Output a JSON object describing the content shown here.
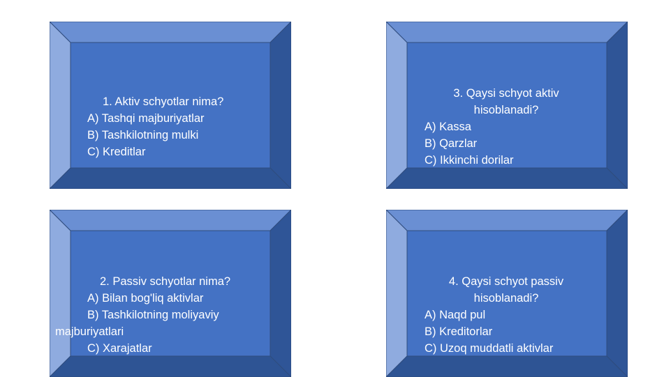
{
  "colors": {
    "face": "#4472C4",
    "top": "#6A8FD3",
    "left": "#8FABDF",
    "right": "#2F5597",
    "bottom": "#2E5494",
    "outline": "#2F4C7E",
    "text": "#FFFFFF"
  },
  "cards": [
    {
      "question": "1. Aktiv schyotlar nima?",
      "a": "A) Tashqi majburiyatlar",
      "b": "B) Tashkilotning mulki",
      "c": "C) Kreditlar"
    },
    {
      "question_line1": "3. Qaysi schyot aktiv",
      "question_line2": "hisoblanadi?",
      "a": "A) Kassa",
      "b": "B) Qarzlar",
      "c": "C) Ikkinchi dorilar"
    },
    {
      "question": "2. Passiv schyotlar nima?",
      "a": "A) Bilan bog'liq aktivlar",
      "b_line1": "B) Tashkilotning moliyaviy",
      "b_line2": "majburiyatlari",
      "c": "C) Xarajatlar"
    },
    {
      "question_line1": "4. Qaysi schyot passiv",
      "question_line2": "hisoblanadi?",
      "a": "A) Naqd pul",
      "b": "B) Kreditorlar",
      "c": "C) Uzoq muddatli aktivlar"
    }
  ]
}
